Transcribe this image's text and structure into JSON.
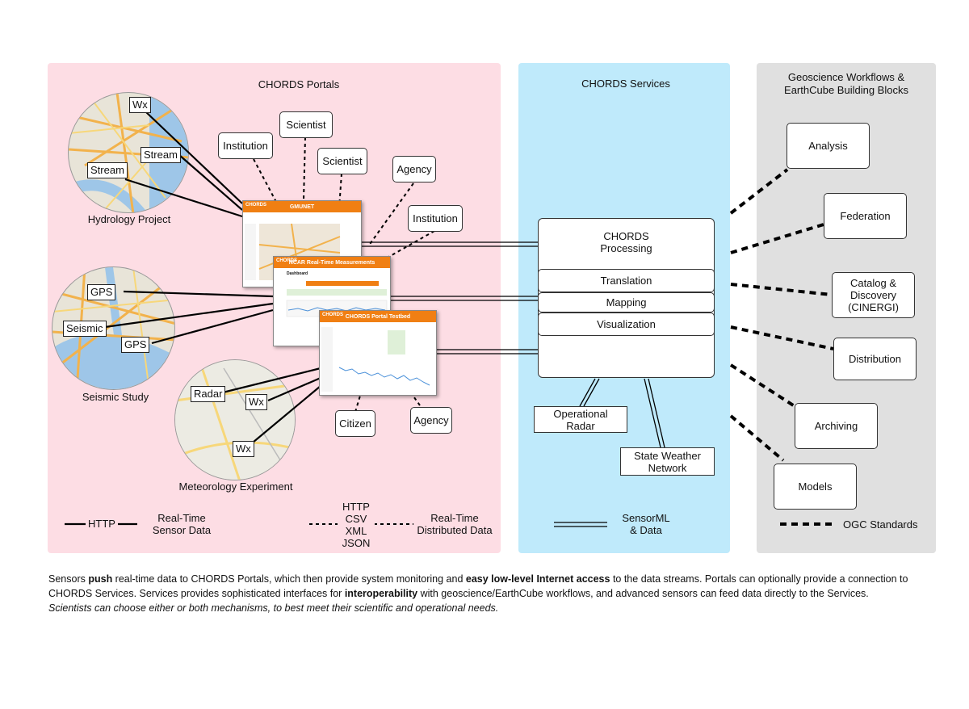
{
  "panels": {
    "portals": {
      "title": "CHORDS Portals",
      "color": "#fddde4"
    },
    "services": {
      "title": "CHORDS Services",
      "color": "#bfeafb"
    },
    "workflows": {
      "title_line1": "Geoscience Workflows &",
      "title_line2": "EarthCube Building Blocks",
      "color": "#e0e0e0"
    }
  },
  "sensor_groups": {
    "hydrology": {
      "label": "Hydrology Project",
      "tags": [
        "Wx",
        "Stream",
        "Stream"
      ]
    },
    "seismic": {
      "label": "Seismic Study",
      "tags": [
        "GPS",
        "Seismic",
        "GPS"
      ]
    },
    "meteorology": {
      "label": "Meteorology Experiment",
      "tags": [
        "Radar",
        "Wx",
        "Wx"
      ]
    }
  },
  "users": [
    "Institution",
    "Scientist",
    "Scientist",
    "Agency",
    "Institution",
    "Citizen",
    "Agency"
  ],
  "portal_screens": [
    {
      "title": "GMUNET",
      "logo": "CHORDS"
    },
    {
      "title": "NCAR Real-Time Measurements",
      "logo": "CHORDS",
      "subtitle": "Dashboard"
    },
    {
      "title": "CHORDS Portal Testbed",
      "logo": "CHORDS"
    }
  ],
  "services": {
    "processing_line1": "CHORDS",
    "processing_line2": "Processing",
    "translation": "Translation",
    "mapping": "Mapping",
    "visualization": "Visualization"
  },
  "direct_sensors": {
    "radar_line1": "Operational",
    "radar_line2": "Radar",
    "weather_line1": "State Weather",
    "weather_line2": "Network"
  },
  "workflows": [
    "Analysis",
    "Federation",
    "Catalog &",
    "Discovery",
    "(CINERGI)",
    "Distribution",
    "Archiving",
    "Models"
  ],
  "legend": {
    "http_tag": "HTTP",
    "realtime_sensor_line1": "Real-Time",
    "realtime_sensor_line2": "Sensor Data",
    "formats": [
      "HTTP",
      "CSV",
      "XML",
      "JSON"
    ],
    "realtime_dist_line1": "Real-Time",
    "realtime_dist_line2": "Distributed Data",
    "sensorml_line1": "SensorML",
    "sensorml_line2": "& Data",
    "ogc": "OGC Standards"
  },
  "caption": {
    "p1": "Sensors ",
    "b1": "push",
    "p2": " real-time data to CHORDS Portals, which then provide system monitoring and ",
    "b2": "easy low-level Internet access",
    "p3": " to the data streams. Portals can optionally provide a connection to CHORDS Services. Services provides sophisticated interfaces for ",
    "b3": "interoperability",
    "p4": " with geoscience/EarthCube workflows, and advanced sensors can feed data directly to the Services.",
    "i1": "Scientists can choose either or both mechanisms, to best meet their scientific and operational needs."
  }
}
